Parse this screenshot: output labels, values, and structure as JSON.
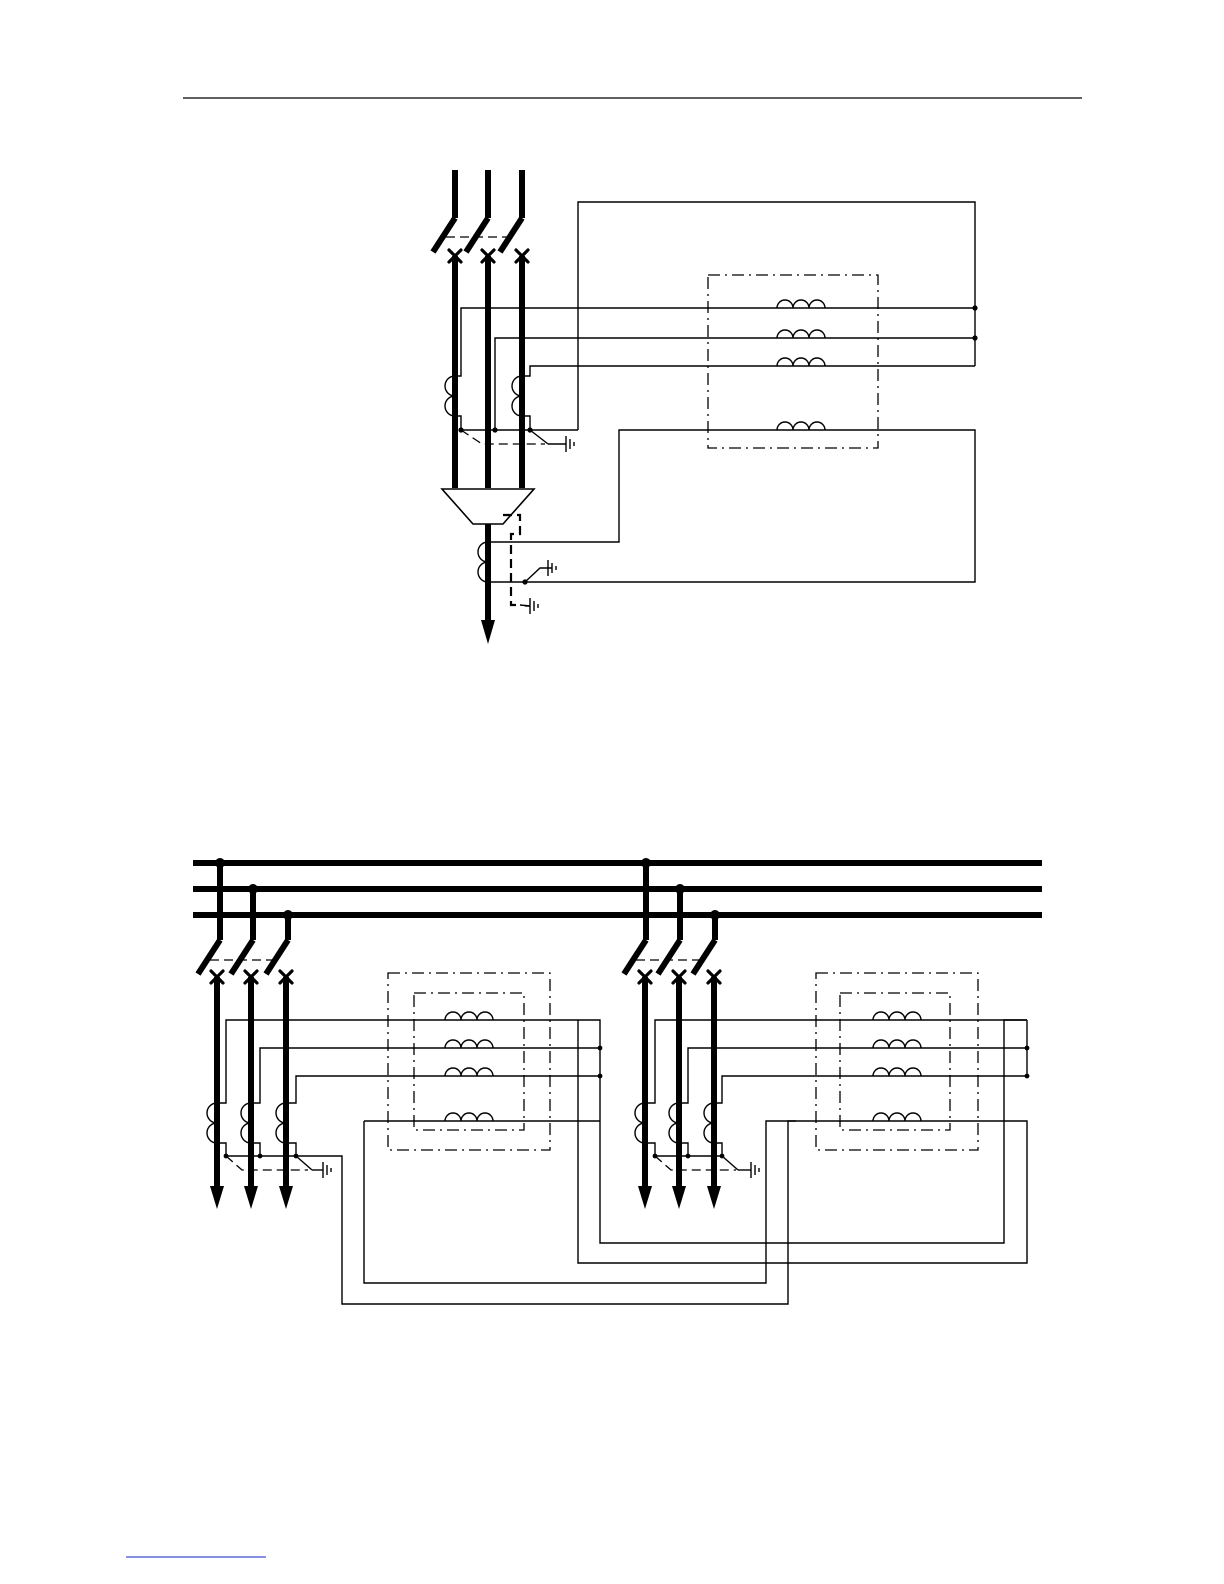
{
  "page": {
    "header_rule": true,
    "footer_rule": true
  },
  "figure_top": {
    "phases": 3,
    "breaker_type": "three-pole circuit breaker with disconnector",
    "ct_count": 2,
    "neutral_ct": true,
    "relay_coils": 4
  },
  "figure_bottom": {
    "busbars": 3,
    "feeders": 2,
    "ct_per_feeder": 3,
    "relay_coils_per_feeder": 4
  },
  "icons": [
    "ground-icon",
    "breaker-cross-icon",
    "coil-icon",
    "arrow-down-icon"
  ]
}
